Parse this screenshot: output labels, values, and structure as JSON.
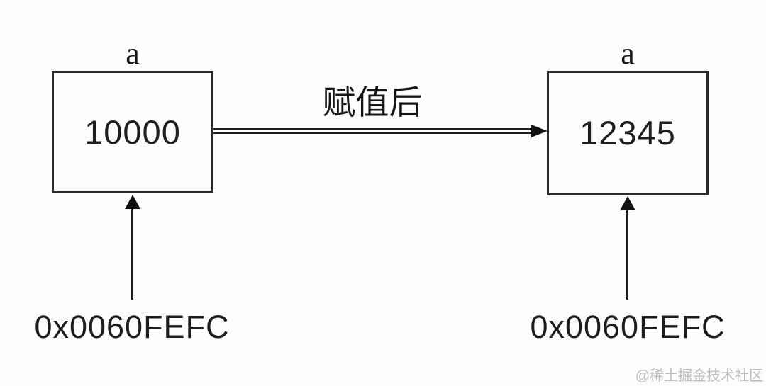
{
  "diagram": {
    "left_cell": {
      "var_label": "a",
      "value": "10000",
      "address": "0x0060FEFC"
    },
    "right_cell": {
      "var_label": "a",
      "value": "12345",
      "address": "0x0060FEFC"
    },
    "transition_label": "赋值后",
    "watermark": "@稀土掘金技术社区"
  },
  "colors": {
    "background": "#fdfdfd",
    "line": "#1c1c1c",
    "box_border": "#2a2a2a",
    "text": "#1f1f1f",
    "watermark": "#bdbdbd"
  }
}
